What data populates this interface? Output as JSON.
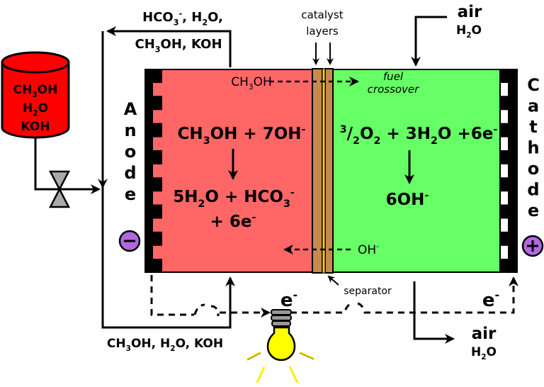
{
  "tank": {
    "lines": [
      "CH_3OH",
      "H_2O",
      "KOH"
    ]
  },
  "outlet_top": {
    "line1": "HCO_3^-, H_2O,",
    "line2": "CH_3OH, KOH"
  },
  "inlet_bottom": "CH_3OH, H_2O, KOH",
  "catalyst": {
    "line1": "catalyst",
    "line2": "layers"
  },
  "air_in": {
    "line1": "air",
    "line2": "H_2O"
  },
  "air_out": {
    "line1": "air",
    "line2": "H_2O"
  },
  "crossover": {
    "species": "CH_3OH",
    "line1": "fuel",
    "line2": "crossover"
  },
  "anode": {
    "letters": [
      "A",
      "n",
      "o",
      "d",
      "e"
    ],
    "sign": "−"
  },
  "cathode": {
    "letters": [
      "C",
      "a",
      "t",
      "h",
      "o",
      "d",
      "e"
    ],
    "sign": "+"
  },
  "anode_reaction": {
    "reactants": "CH_3OH + 7OH^-",
    "products1": "5H_2O + HCO_3^-",
    "products2": "+ 6e^-"
  },
  "cathode_reaction": {
    "reactants": "^3/_2O_2 + 3H_2O +6e^-",
    "products": "6OH^-"
  },
  "hydroxide": "OH^-",
  "separator": "separator",
  "electron_left": "e^-",
  "electron_right": "e^-",
  "colors": {
    "anode": "#ff6666",
    "cathode": "#66ff66",
    "tank": "#ff0000",
    "catalyst": "#c8894f",
    "membrane": "#ffcc00",
    "terminal": "#b266e0",
    "bulb": "#ffff00"
  }
}
